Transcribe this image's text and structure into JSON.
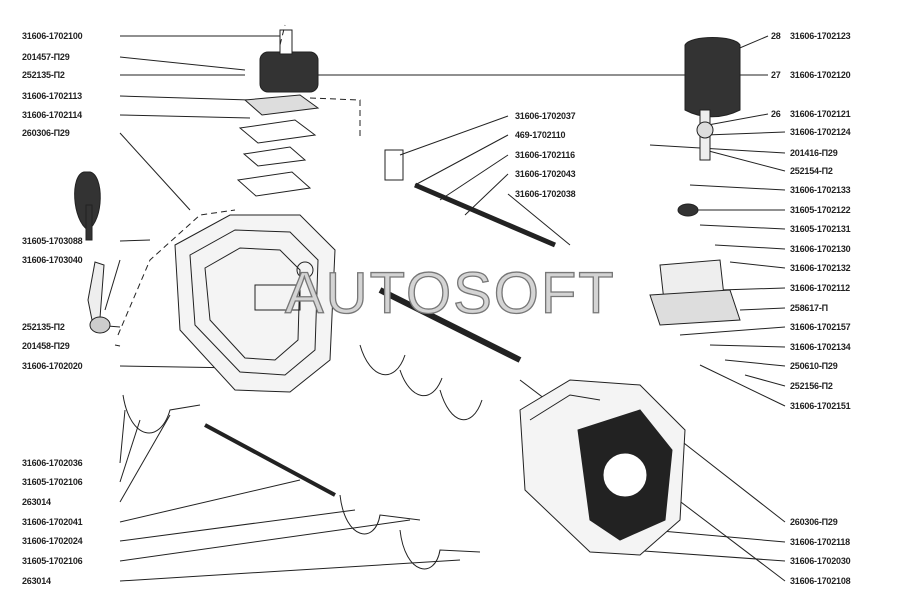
{
  "watermark": "AUTOSOFT",
  "left_labels": [
    "31606-1702100",
    "201457-П29",
    "252135-П2",
    "31606-1702113",
    "31606-1702114",
    "260306-П29",
    "31605-1703088",
    "31606-1703040",
    "252135-П2",
    "201458-П29",
    "31606-1702020",
    "31606-1702036",
    "31605-1702106",
    "263014",
    "31606-1702041",
    "31606-1702024",
    "31605-1702106",
    "263014"
  ],
  "middle_labels": [
    "31606-1702037",
    "469-1702110",
    "31606-1702116",
    "31606-1702043",
    "31606-1702038"
  ],
  "right_labels": [
    {
      "num": "28",
      "part": "31606-1702123"
    },
    {
      "num": "27",
      "part": "31606-1702120"
    },
    {
      "num": "26",
      "part": "31606-1702121"
    },
    {
      "num": "",
      "part": "31606-1702124"
    },
    {
      "num": "",
      "part": "201416-П29"
    },
    {
      "num": "",
      "part": "252154-П2"
    },
    {
      "num": "",
      "part": "31606-1702133"
    },
    {
      "num": "",
      "part": "31605-1702122"
    },
    {
      "num": "",
      "part": "31605-1702131"
    },
    {
      "num": "",
      "part": "31606-1702130"
    },
    {
      "num": "",
      "part": "31606-1702132"
    },
    {
      "num": "",
      "part": "31606-1702112"
    },
    {
      "num": "",
      "part": "258617-П"
    },
    {
      "num": "",
      "part": "31606-1702157"
    },
    {
      "num": "",
      "part": "31606-1702134"
    },
    {
      "num": "",
      "part": "250610-П29"
    },
    {
      "num": "",
      "part": "252156-П2"
    },
    {
      "num": "",
      "part": "31606-1702151"
    },
    {
      "num": "",
      "part": "260306-П29"
    },
    {
      "num": "",
      "part": "31606-1702118"
    },
    {
      "num": "",
      "part": "31606-1702030"
    },
    {
      "num": "",
      "part": "31606-1702108"
    }
  ]
}
